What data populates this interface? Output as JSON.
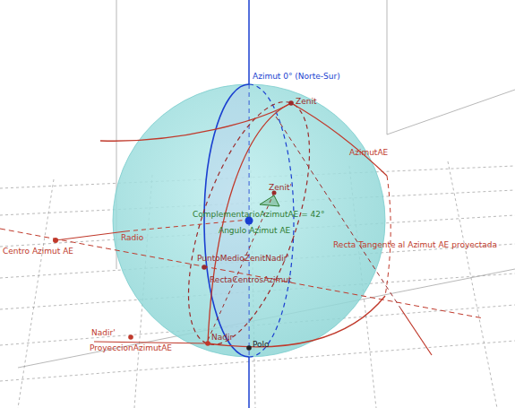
{
  "diagram": {
    "labels": [
      "Azimut 0° (Norte-Sur)",
      "Zenit",
      "AzimutAE",
      "Zenit'",
      "ComplementarioAzimutAE = 42°",
      "Angulo Azimut AE",
      "Radio",
      "Centro Azimut AE",
      "Recta Tangente al Azimut AE proyectada",
      "PuntoMedioZenitNadir'",
      "RectaCentrosAzimut",
      "Nadir'",
      "Nadir",
      "Polo",
      "ProyeccionAzimutAE"
    ]
  }
}
